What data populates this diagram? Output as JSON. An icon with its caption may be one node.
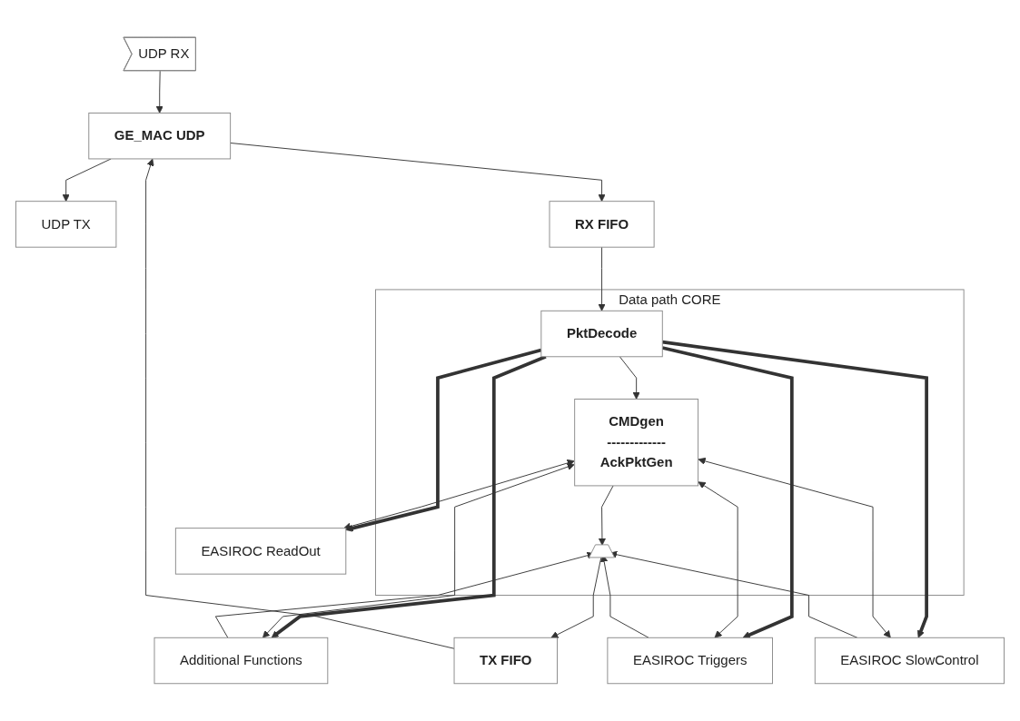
{
  "diagram": {
    "nodes": [
      {
        "text": [
          "UDP RX"
        ]
      },
      {
        "text": [
          "UDP TX"
        ]
      },
      {
        "text": [
          "GE_MAC UDP"
        ]
      },
      {
        "text": [
          "RX FIFO"
        ]
      },
      {
        "text": [
          "TX FIFO"
        ]
      },
      {
        "text": [
          "Data path CORE"
        ]
      },
      {
        "text": [
          "PktDecode"
        ],
        "in": 5
      },
      {
        "text": [
          "CMDgen",
          "-------------",
          "AckPktGen"
        ],
        "in": 5
      },
      {
        "text": [],
        "shape": "trapezoid",
        "in": 5
      },
      {
        "text": [
          "Additional Functions"
        ]
      },
      {
        "text": [
          "EASIROC Triggers"
        ]
      },
      {
        "text": [
          "EASIROC ReadOut"
        ]
      },
      {
        "text": [
          "EASIROC SlowControl"
        ]
      }
    ],
    "edges": [
      {
        "from": 0,
        "to": 2,
        "arrow": "to"
      },
      {
        "from": 2,
        "to": 1,
        "arrow": "to"
      },
      {
        "from": 2,
        "to": 3,
        "arrow": "to"
      },
      {
        "from": 3,
        "to": 6,
        "arrow": "to"
      },
      {
        "from": 6,
        "to": 7,
        "arrow": "to"
      },
      {
        "from": 8,
        "to": 4,
        "arrow": "to"
      },
      {
        "from": 4,
        "to": 2,
        "arrow": "to"
      },
      {
        "from": 7,
        "to": 8,
        "arrow": "to"
      },
      {
        "from": 6,
        "to": 9,
        "arrow": "to",
        "style": "thick"
      },
      {
        "from": 6,
        "to": 10,
        "arrow": "to",
        "style": "thick"
      },
      {
        "from": 6,
        "to": 11,
        "arrow": "to",
        "style": "thick"
      },
      {
        "from": 6,
        "to": 12,
        "arrow": "to",
        "style": "thick"
      },
      {
        "from": 7,
        "to": 9,
        "arrow": "both"
      },
      {
        "from": 7,
        "to": 10,
        "arrow": "both"
      },
      {
        "from": 7,
        "to": 11,
        "arrow": "both"
      },
      {
        "from": 7,
        "to": 12,
        "arrow": "both"
      },
      {
        "from": 9,
        "to": 8,
        "arrow": "to"
      },
      {
        "from": 10,
        "to": 8,
        "arrow": "to"
      },
      {
        "from": 12,
        "to": 8,
        "arrow": "to"
      }
    ]
  }
}
